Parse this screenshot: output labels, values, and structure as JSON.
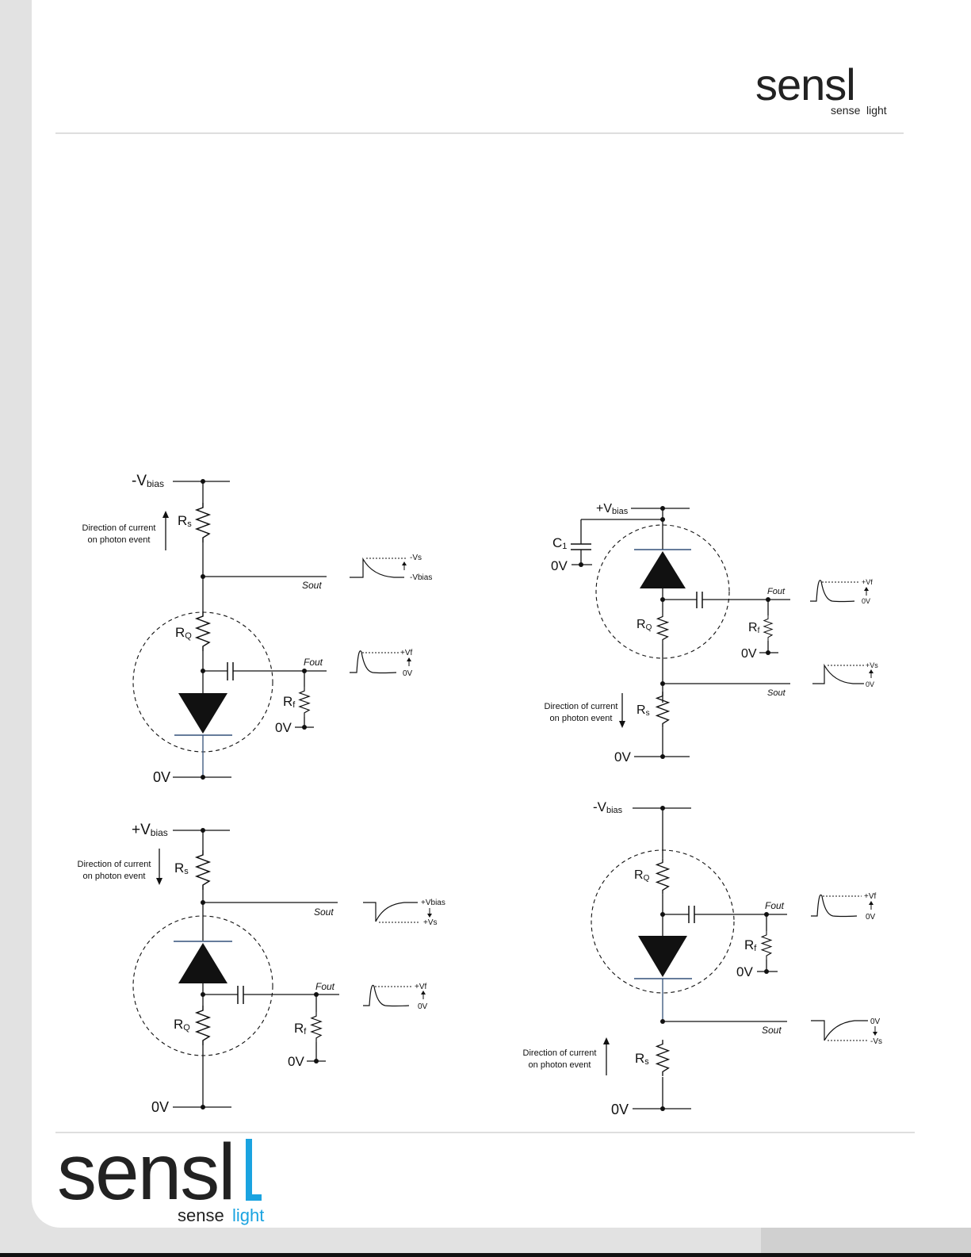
{
  "header": {
    "logo": {
      "wordmark": "sensl",
      "tagline_dark": "sense",
      "tagline_accent": "light",
      "accent_color": "#1aa3e0"
    }
  },
  "footer": {
    "logo": {
      "wordmark": "sensl",
      "tagline_dark": "sense",
      "tagline_accent": "light",
      "accent_color": "#1aa3e0"
    }
  },
  "circuits": {
    "top_left": {
      "supply": "-V",
      "supply_sub": "bias",
      "rs": "R",
      "rs_sub": "s",
      "rq": "R",
      "rq_sub": "Q",
      "rf": "R",
      "rf_sub": "f",
      "sout": "Sout",
      "fout": "Fout",
      "gnd_main": "0V",
      "gnd_rf": "0V",
      "direction_line1": "Direction of current",
      "direction_line2": "on photon event",
      "sout_wave_top": "-Vs",
      "sout_wave_bottom": "-Vbias",
      "fout_wave_top": "+Vf",
      "fout_wave_bottom": "0V"
    },
    "bottom_left": {
      "supply": "+V",
      "supply_sub": "bias",
      "rs": "R",
      "rs_sub": "s",
      "rq": "R",
      "rq_sub": "Q",
      "rf": "R",
      "rf_sub": "f",
      "sout": "Sout",
      "fout": "Fout",
      "gnd_main": "0V",
      "gnd_rf": "0V",
      "direction_line1": "Direction of current",
      "direction_line2": "on photon event",
      "sout_wave_top": "+Vbias",
      "sout_wave_bottom": "+Vs",
      "fout_wave_top": "+Vf",
      "fout_wave_bottom": "0V"
    },
    "top_right": {
      "supply": "+V",
      "supply_sub": "bias",
      "c1": "C",
      "c1_sub": "1",
      "gnd_c1": "0V",
      "rs": "R",
      "rs_sub": "s",
      "rq": "R",
      "rq_sub": "Q",
      "rf": "R",
      "rf_sub": "f",
      "sout": "Sout",
      "fout": "Fout",
      "gnd_main": "0V",
      "gnd_rf": "0V",
      "direction_line1": "Direction of current",
      "direction_line2": "on photon event",
      "sout_wave_top": "+Vs",
      "sout_wave_bottom": "0V",
      "fout_wave_top": "+Vf",
      "fout_wave_bottom": "0V"
    },
    "bottom_right": {
      "supply": "-V",
      "supply_sub": "bias",
      "rs": "R",
      "rs_sub": "s",
      "rq": "R",
      "rq_sub": "Q",
      "rf": "R",
      "rf_sub": "f",
      "sout": "Sout",
      "fout": "Fout",
      "gnd_main": "0V",
      "gnd_rf": "0V",
      "direction_line1": "Direction of current",
      "direction_line2": "on photon event",
      "sout_wave_top": "0V",
      "sout_wave_bottom": "-Vs",
      "fout_wave_top": "+Vf",
      "fout_wave_bottom": "0V"
    }
  }
}
